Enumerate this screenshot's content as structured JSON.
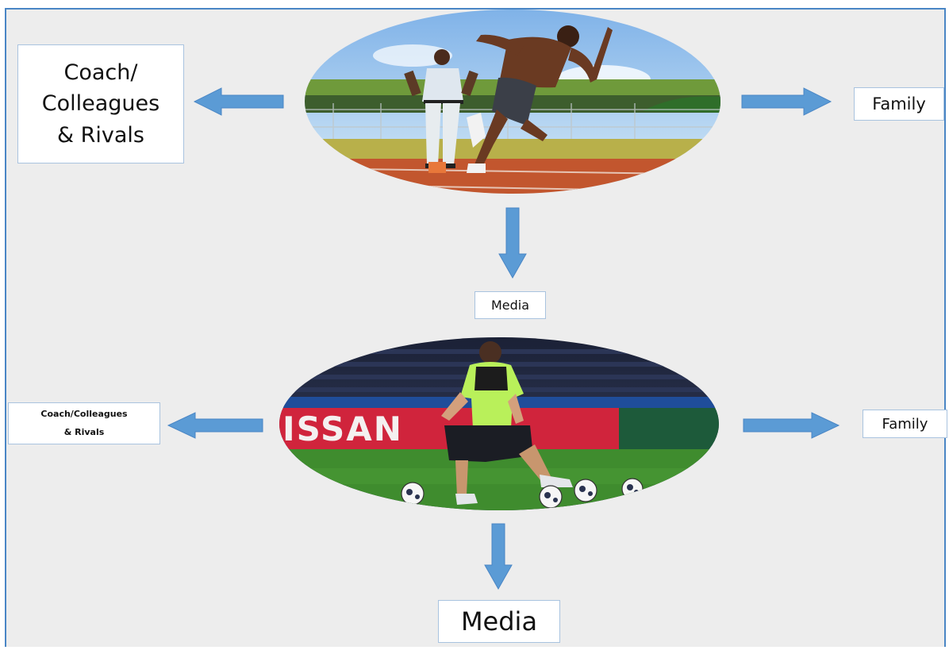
{
  "top_scene": {
    "coach_colleagues_rivals": "Coach/\nColleagues\n& Rivals",
    "family": "Family",
    "media": "Media",
    "photo_icon": "sprinter-with-coach-icon"
  },
  "bottom_scene": {
    "coach_colleagues_rivals": "Coach/Colleagues\n& Rivals",
    "family": "Family",
    "media": "Media",
    "billboard_text": "ISSAN",
    "photo_icon": "footballer-with-balls-icon"
  },
  "colors": {
    "arrow": "#5b9bd5",
    "frame_border": "#4a86c5",
    "background": "#ededed"
  }
}
